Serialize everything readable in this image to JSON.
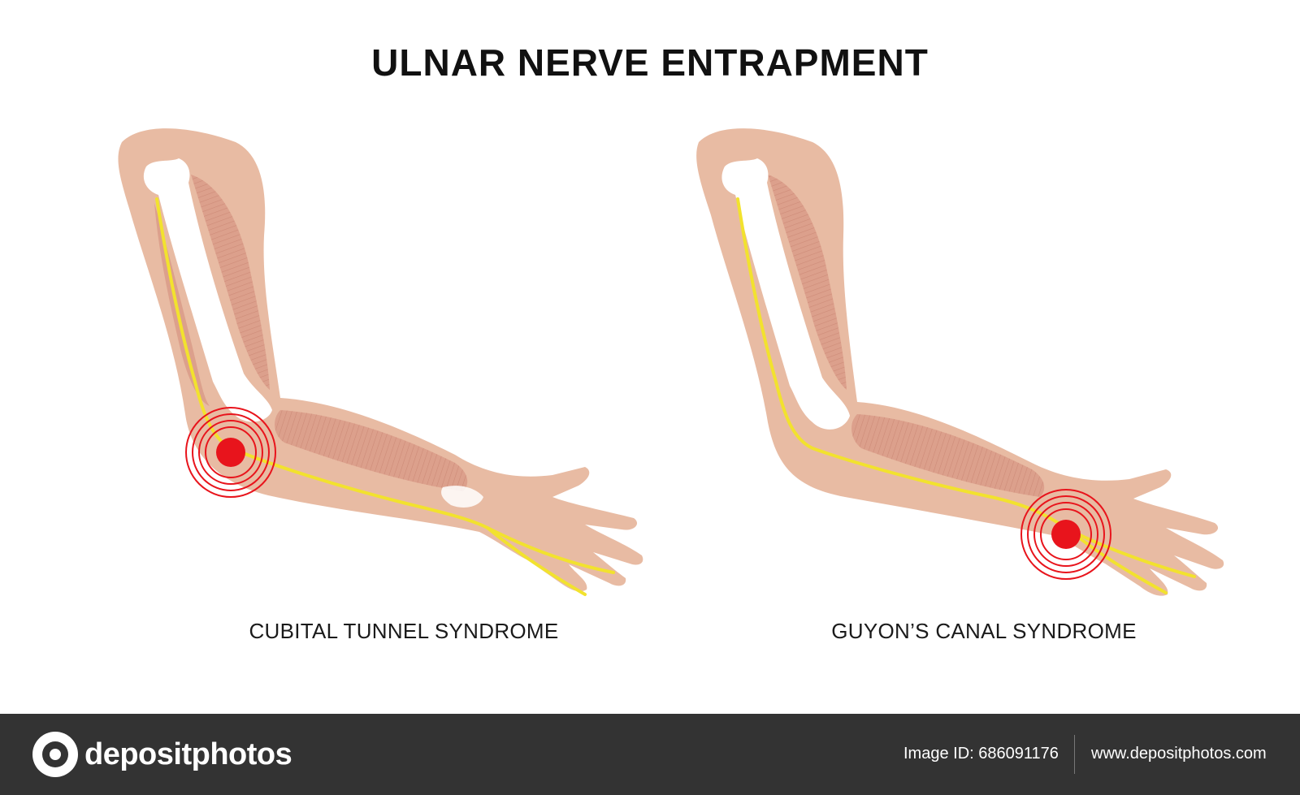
{
  "title": "ULNAR NERVE ENTRAPMENT",
  "panels": [
    {
      "caption": "CUBITAL TUNNEL SYNDROME",
      "pain_location": "elbow"
    },
    {
      "caption": "GUYON’S CANAL SYNDROME",
      "pain_location": "wrist"
    }
  ],
  "colors": {
    "skin": "#e8bba3",
    "skin_light": "#f0cdb9",
    "muscle": "#d99a86",
    "muscle_line": "#c27a66",
    "bone": "#ffffff",
    "nerve": "#f2e22e",
    "pain": "#e8141c",
    "footer": "#333333"
  },
  "footer": {
    "brand": "depositphotos",
    "brand_icon": "camera-lens-icon",
    "image_id": "Image ID: 686091176",
    "site": "www.depositphotos.com"
  }
}
